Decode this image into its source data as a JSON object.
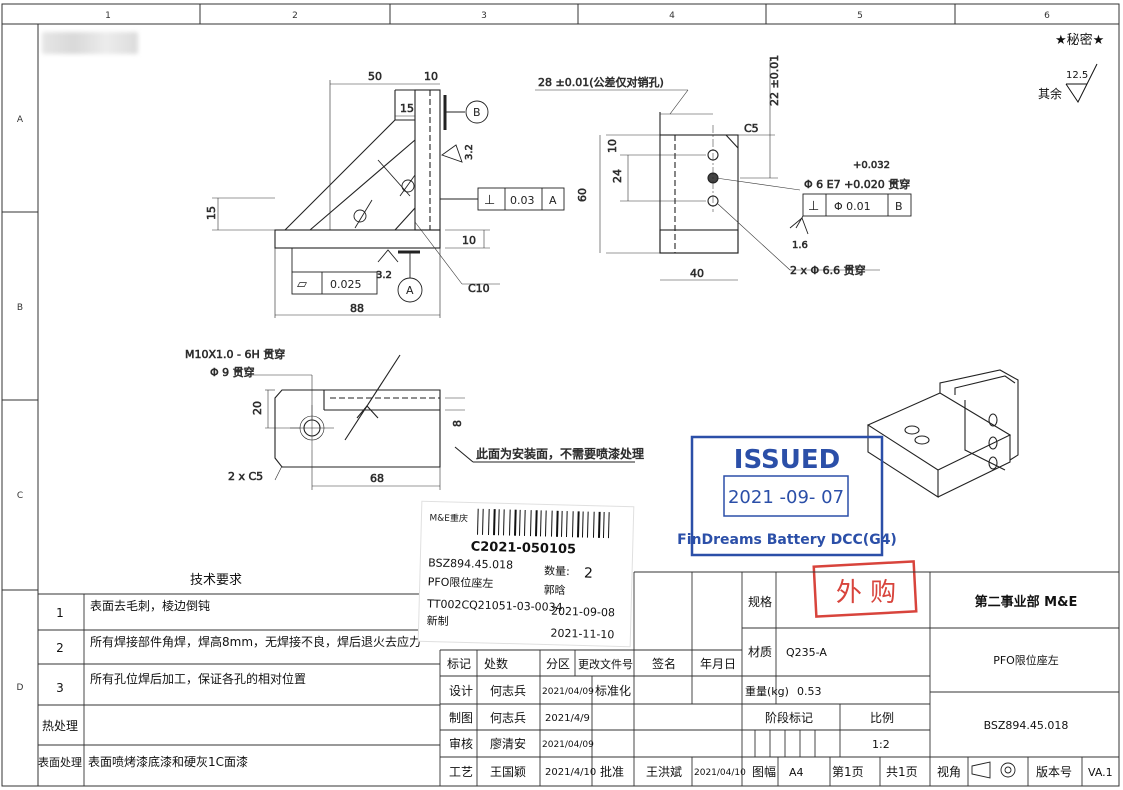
{
  "grid": {
    "columns": [
      "1",
      "2",
      "3",
      "4",
      "5",
      "6"
    ],
    "rows": [
      "A",
      "B",
      "C",
      "D"
    ]
  },
  "header": {
    "confidential": "★秘密★",
    "roughness_note": "其余",
    "roughness_value": "12.5"
  },
  "dims_front": {
    "d50": "50",
    "d10_top": "10",
    "d15_top": "15",
    "d15_left": "15",
    "d10_right": "10",
    "d88": "88",
    "rough_3_2_a": "3.2",
    "rough_3_2_b": "3.2",
    "c10": "C10",
    "perp_tol": "0.03",
    "perp_datum": "A",
    "flat_tol": "0.025",
    "datum_a": "A",
    "datum_b": "B"
  },
  "dims_side": {
    "d28": "28 ±0.01(公差仅对销孔)",
    "d22": "22 ±0.01",
    "c5": "C5",
    "d10": "10",
    "d24": "24",
    "d60": "60",
    "d40": "40",
    "hole_upper": "+0.032",
    "hole_spec": "Φ 6 E7 +0.020 贯穿",
    "pos_tol": "Φ 0.01",
    "pos_datum": "B",
    "rough_1_6": "1.6",
    "holes_66": "2 x Φ 6.6 贯穿"
  },
  "dims_top": {
    "thread": "M10X1.0 - 6H 贯穿",
    "phi9": "Φ 9 贯穿",
    "d20": "20",
    "d8": "8",
    "d68": "68",
    "c5": "2 x C5",
    "mount_note": "此面为安装面，不需要喷漆处理"
  },
  "stamp": {
    "issued": "ISSUED",
    "date": "2021 -09- 07",
    "company": "FinDreams Battery DCC(G4)",
    "purchased": "外 购"
  },
  "label": {
    "org": "M&E重庆",
    "code": "C2021-050105",
    "part_no": "BSZ894.45.018",
    "qty_label": "数量:",
    "qty": "2",
    "part_name": "PFO限位座左",
    "person": "郭晗",
    "order": "TT002CQ21051-03-0034",
    "date1": "2021-09-08",
    "kind": "新制",
    "date2": "2021-11-10"
  },
  "tech": {
    "title": "技术要求",
    "items": [
      {
        "n": "1",
        "text": "表面去毛刺，棱边倒钝"
      },
      {
        "n": "2",
        "text": "所有焊接部件角焊，焊高8mm，无焊接不良，焊后退火去应力"
      },
      {
        "n": "3",
        "text": "所有孔位焊后加工，保证各孔的相对位置"
      }
    ],
    "heat_label": "热处理",
    "surface_label": "表面处理",
    "surface_text": "表面喷烤漆底漆和硬灰1C面漆"
  },
  "title_block": {
    "h_mark": "标记",
    "h_count": "处数",
    "h_zone": "分区",
    "h_doc": "更改文件号",
    "h_sign": "签名",
    "h_date": "年月日",
    "design_label": "设计",
    "designer": "何志兵",
    "design_date": "2021/04/09",
    "std_label": "标准化",
    "draw_label": "制图",
    "drafter": "何志兵",
    "draw_date": "2021/4/9",
    "check_label": "审核",
    "checker": "廖清安",
    "check_date": "2021/04/09",
    "craft_label": "工艺",
    "crafter": "王国颖",
    "craft_date": "2021/4/10",
    "approve_label": "批准",
    "approver": "王洪斌",
    "approve_date": "2021/04/10",
    "spec_label": "规格",
    "material_label": "材质",
    "material": "Q235-A",
    "weight_label": "重量(kg)",
    "weight": "0.53",
    "stage_label": "阶段标记",
    "scale_label": "比例",
    "scale": "1:2",
    "format_label": "图幅",
    "format": "A4",
    "page": "第1页",
    "total": "共1页",
    "dept": "第二事业部 M&E",
    "name": "PFO限位座左",
    "drawing_no": "BSZ894.45.018",
    "view_label": "视角",
    "version_label": "版本号",
    "version": "VA.1"
  }
}
